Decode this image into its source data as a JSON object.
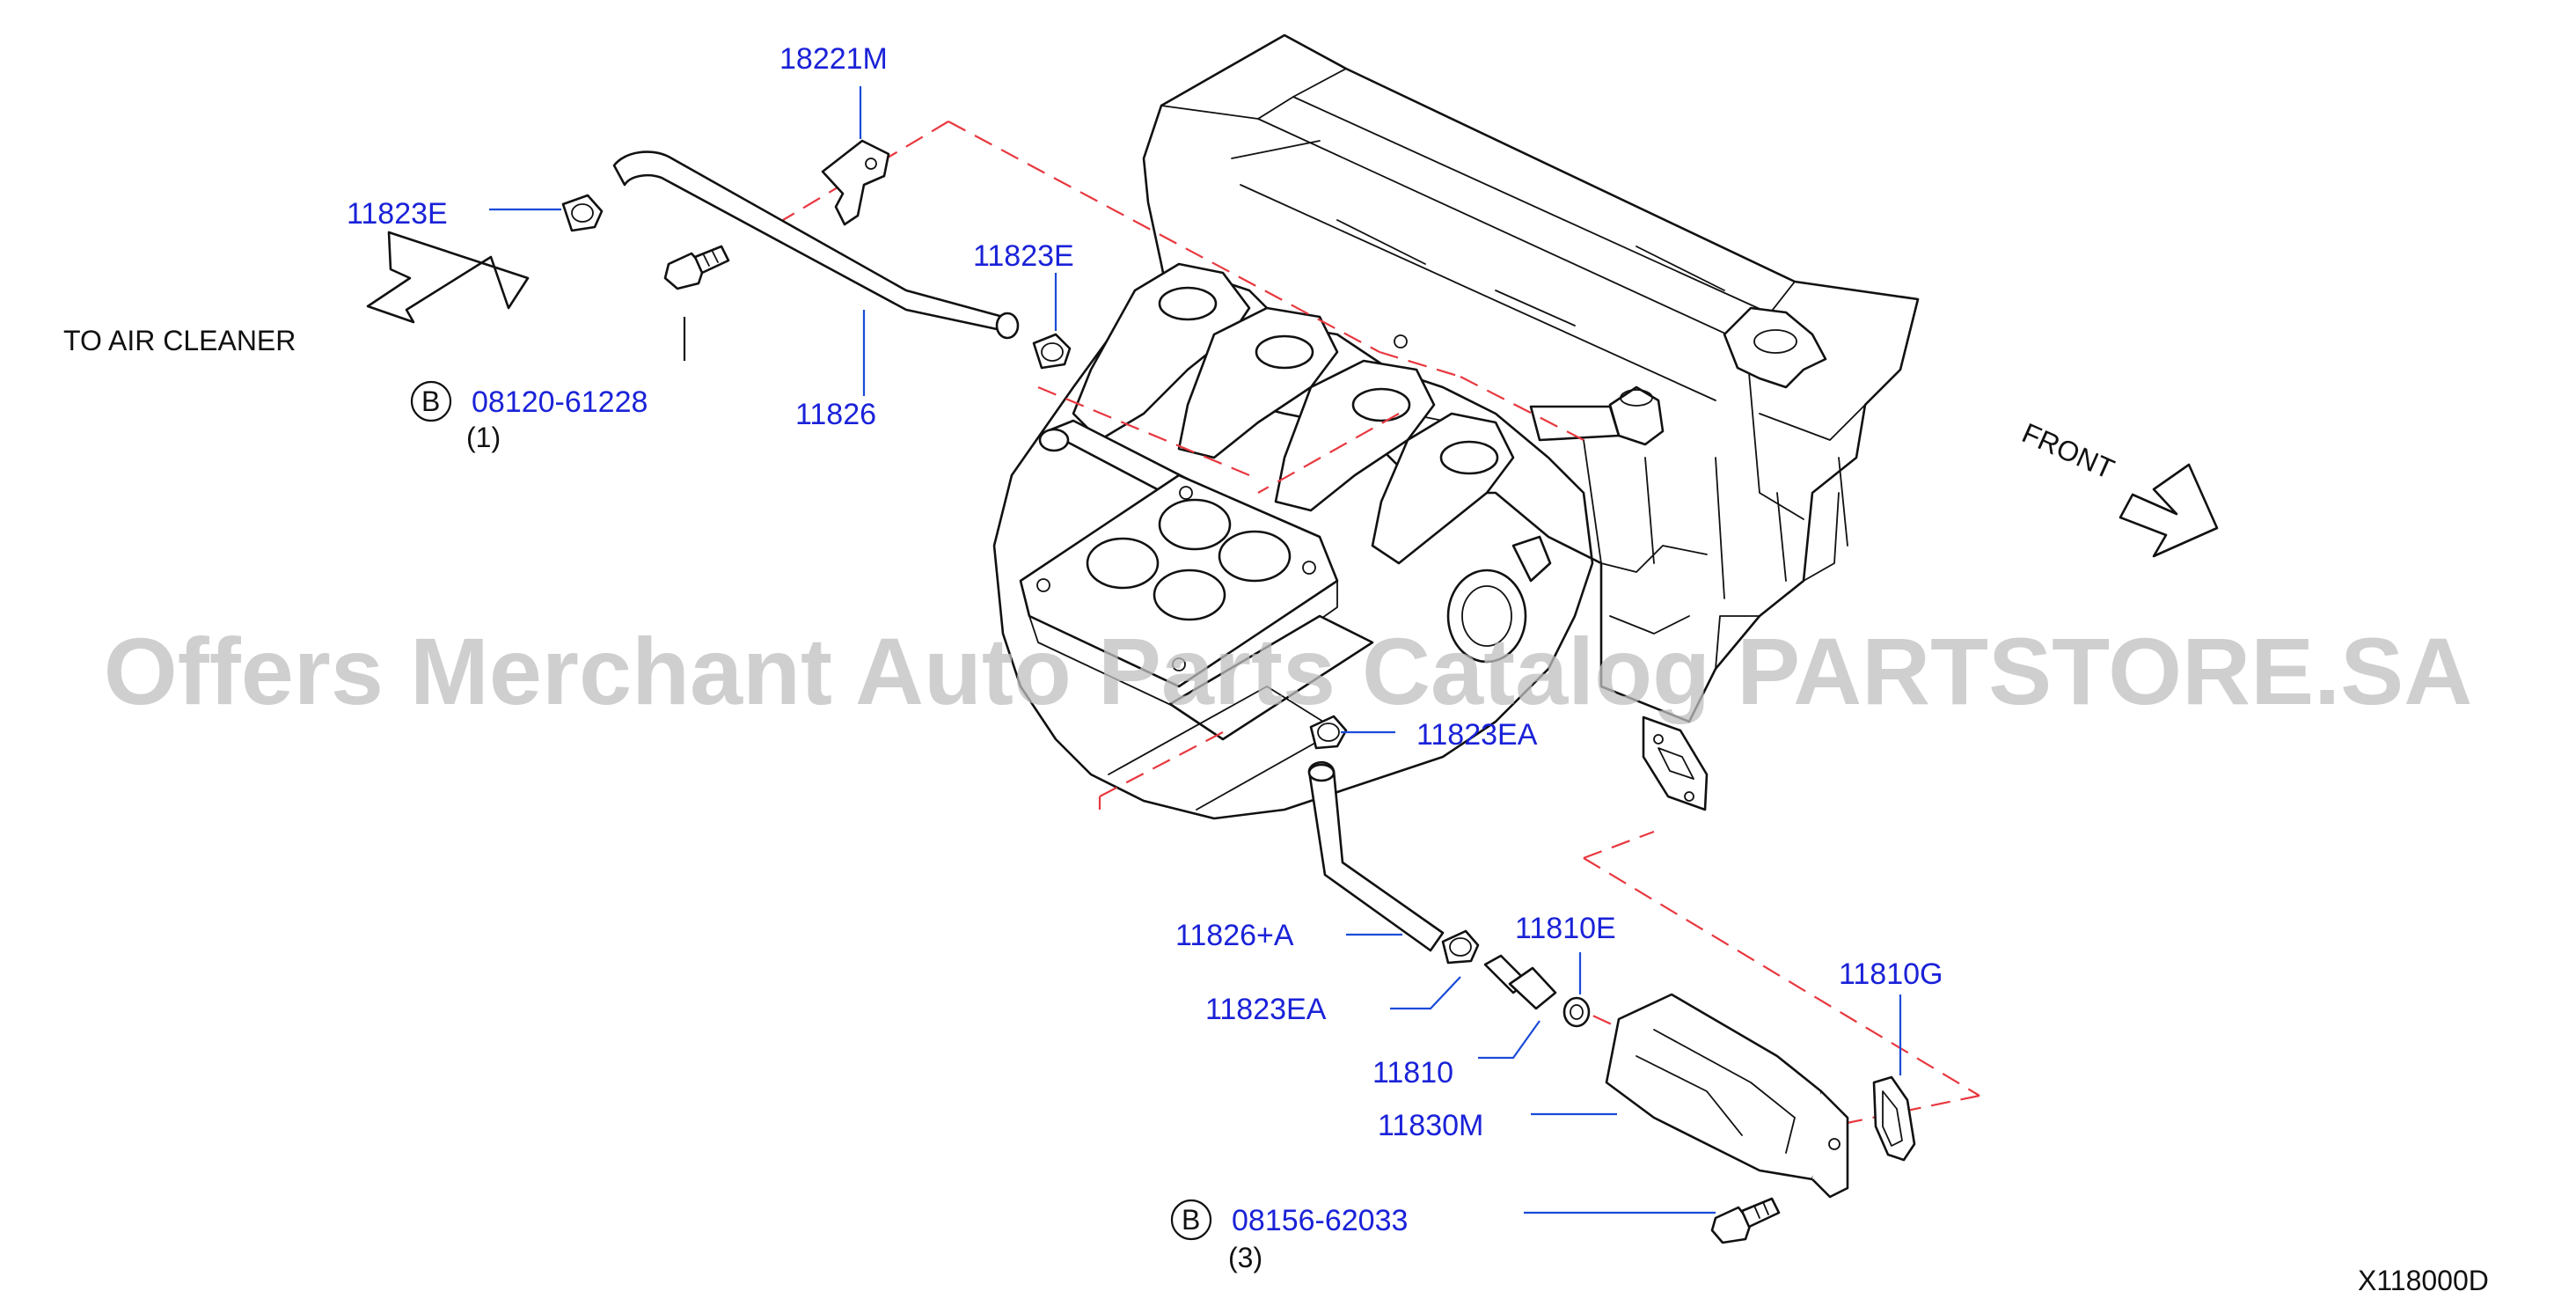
{
  "watermark": "Offers Merchant Auto Parts Catalog PARTSTORE.SA",
  "diagram_code": "X118000D",
  "direction_labels": {
    "to_air_cleaner": "TO  AIR  CLEANER",
    "front": "FRONT"
  },
  "bolt_prefix": "B",
  "parts": {
    "p18221M": "18221M",
    "p11823E_left": "11823E",
    "p11823E_right": "11823E",
    "p08120": "08120-61228",
    "p08120_qty": "(1)",
    "p11826": "11826",
    "p11823EA_top": "11823EA",
    "p11826A": "11826+A",
    "p11823EA_bottom": "11823EA",
    "p11810E": "11810E",
    "p11810G": "11810G",
    "p11810": "11810",
    "p11830M": "11830M",
    "p08156": "08156-62033",
    "p08156_qty": "(3)"
  },
  "colors": {
    "part_number": "#1a22d8",
    "leader": "#1a4bd8",
    "reference_dash": "#e8383f",
    "line_art": "#111111"
  }
}
